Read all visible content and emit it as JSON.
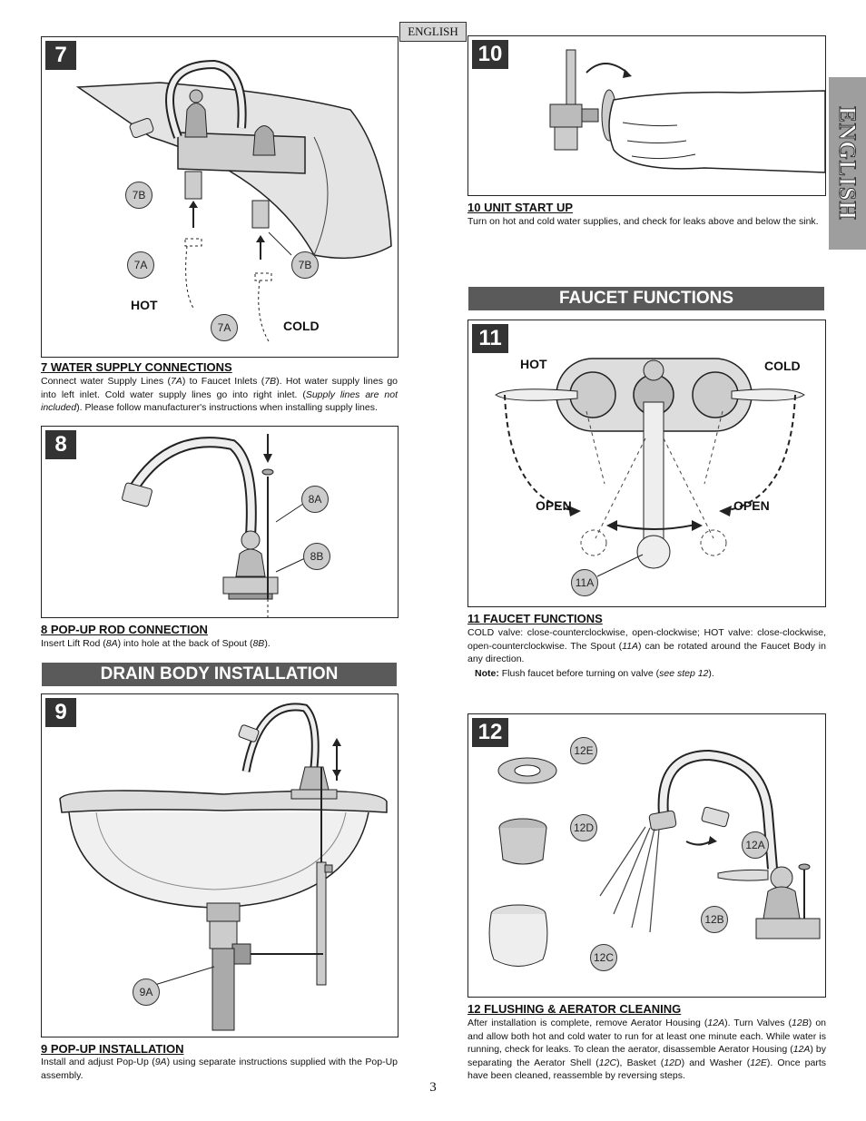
{
  "header": {
    "language_tab": "ENGLISH",
    "side_tab": "ENGLISH"
  },
  "steps": {
    "s7": {
      "number": "7",
      "title": "7  WATER SUPPLY CONNECTIONS",
      "body_parts": [
        "Connect water Supply Lines (",
        "7A",
        ") to Faucet Inlets (",
        "7B",
        ").  Hot water supply lines go into left inlet.  Cold water supply lines go into right inlet.  (",
        "Supply lines are not included",
        "). Please follow manufacturer's instructions when installing supply lines."
      ],
      "callouts": [
        "7B",
        "7A",
        "7B",
        "7A"
      ],
      "labels": {
        "hot": "HOT",
        "cold": "COLD"
      }
    },
    "s8": {
      "number": "8",
      "title": "8  POP-UP ROD CONNECTION",
      "body_parts": [
        "Insert Lift Rod (",
        "8A",
        ") into hole at the back of Spout (",
        "8B",
        ")."
      ],
      "callouts": [
        "8A",
        "8B"
      ]
    },
    "s9": {
      "number": "9",
      "title": "9  POP-UP INSTALLATION",
      "body_parts": [
        "Install and adjust Pop-Up (",
        "9A",
        ") using separate instructions supplied with the Pop-Up assembly."
      ],
      "callouts": [
        "9A"
      ]
    },
    "s10": {
      "number": "10",
      "title": "10  UNIT START UP",
      "body": "Turn on hot and cold water supplies, and check for leaks above and below the sink."
    },
    "s11": {
      "number": "11",
      "title": "11  FAUCET FUNCTIONS",
      "body_parts": [
        "COLD valve: close-counterclockwise, open-clockwise; HOT valve: close-clockwise, open-counterclockwise. The Spout (",
        "11A",
        ") can be rotated around the Faucet Body in any direction."
      ],
      "note_label": "Note:",
      "note_parts": [
        " Flush faucet before turning on valve (",
        "see step 12",
        ")."
      ],
      "callouts": [
        "11A"
      ],
      "labels": {
        "hot": "HOT",
        "cold": "COLD",
        "open_left": "OPEN",
        "open_right": "OPEN"
      }
    },
    "s12": {
      "number": "12",
      "title": "12  FLUSHING & AERATOR CLEANING",
      "body_parts": [
        "After installation is complete, remove Aerator Housing (",
        "12A",
        ").  Turn Valves (",
        "12B",
        ") on and allow both hot and cold water to run for at least one minute each.  While water is running, check for leaks.  To clean the aerator, disassemble Aerator Housing (",
        "12A",
        ") by separating the Aerator Shell (",
        "12C",
        "), Basket (",
        "12D",
        ") and Washer (",
        "12E",
        ").  Once parts have been cleaned, reassemble by reversing steps."
      ],
      "callouts": [
        "12E",
        "12D",
        "12A",
        "12B",
        "12C"
      ]
    }
  },
  "banners": {
    "drain": "DRAIN BODY INSTALLATION",
    "faucet": "FAUCET FUNCTIONS"
  },
  "page_number": "3",
  "colors": {
    "banner_bg": "#5a5a5a",
    "step_badge": "#333333",
    "callout_fill": "#cccccc",
    "side_tab": "#9e9e9e"
  }
}
